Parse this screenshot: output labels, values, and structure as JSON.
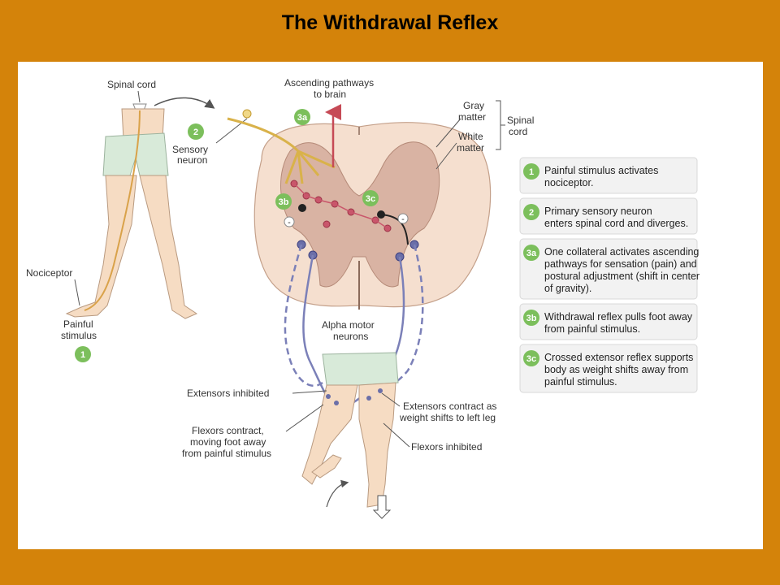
{
  "title": "The Withdrawal Reflex",
  "colors": {
    "background": "#D4830A",
    "panel": "#ffffff",
    "badge": "#7cbf5c",
    "skin": "#f6dcc3",
    "shorts": "#d8ead9",
    "gray_matter": "#d9b3a3",
    "white_matter": "#f5dfcf",
    "motor_neuron": "#6b6fa8",
    "interneuron": "#c9566b",
    "sensory": "#d9b24a"
  },
  "labels": {
    "spinal_cord_leg": "Spinal cord",
    "sensory_neuron_1": "Sensory",
    "sensory_neuron_2": "neuron",
    "nociceptor": "Nociceptor",
    "painful_1": "Painful",
    "painful_2": "stimulus",
    "ascending_1": "Ascending pathways",
    "ascending_2": "to brain",
    "gray_1": "Gray",
    "gray_2": "matter",
    "white_1": "White",
    "white_2": "matter",
    "spinal_cord_1": "Spinal",
    "spinal_cord_2": "cord",
    "alpha_1": "Alpha motor",
    "alpha_2": "neurons",
    "extensors_inhibited": "Extensors inhibited",
    "flexors_contract_1": "Flexors contract,",
    "flexors_contract_2": "moving foot away",
    "flexors_contract_3": "from painful stimulus",
    "extensors_contract_1": "Extensors contract as",
    "extensors_contract_2": "weight shifts to left leg",
    "flexors_inhibited": "Flexors inhibited",
    "minus": "-"
  },
  "badges": {
    "b1": "1",
    "b2": "2",
    "b3a": "3a",
    "b3b": "3b",
    "b3c": "3c"
  },
  "steps": [
    {
      "badge": "1",
      "lines": [
        "Painful stimulus activates",
        "nociceptor."
      ]
    },
    {
      "badge": "2",
      "lines": [
        "Primary sensory neuron",
        "enters spinal cord and diverges."
      ]
    },
    {
      "badge": "3a",
      "lines": [
        "One collateral activates ascending",
        "pathways for sensation (pain) and",
        "postural adjustment (shift in center",
        "of gravity)."
      ]
    },
    {
      "badge": "3b",
      "lines": [
        "Withdrawal reflex pulls foot away",
        "from painful stimulus."
      ]
    },
    {
      "badge": "3c",
      "lines": [
        "Crossed extensor reflex supports",
        "body as weight shifts away from",
        "painful stimulus."
      ]
    }
  ]
}
